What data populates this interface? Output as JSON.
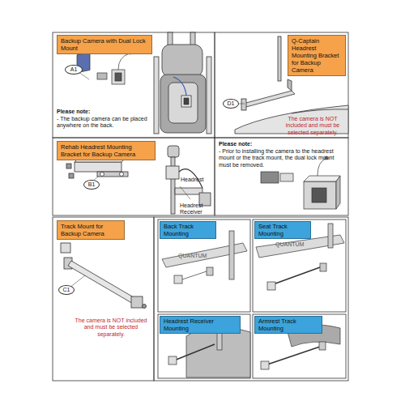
{
  "diagram": {
    "nodes": [
      {
        "text": [
          "Backup Camera with Dual Lock Mount"
        ]
      },
      {
        "text": [
          "A1"
        ]
      },
      {
        "text": [
          "Q-Captain Headrest Mounting Bracket for Backup Camera"
        ]
      },
      {
        "text": [
          "D1"
        ]
      },
      {
        "text": [
          "Rehab Headrest Mounting Bracket for Backup Camera"
        ]
      },
      {
        "text": [
          "B1"
        ]
      },
      {
        "text": [
          "Track Mount for Backup Camera"
        ]
      },
      {
        "text": [
          "C1"
        ]
      },
      {
        "text": [
          "Back Track Mounting"
        ]
      },
      {
        "text": [
          "Seat Track Mounting"
        ]
      },
      {
        "text": [
          "Headrest Receiver Mounting"
        ]
      },
      {
        "text": [
          "Armrest Track Mounting"
        ]
      }
    ],
    "labels": [
      "Please note:",
      "- The backup camera can be placed anywhere on the back.",
      "The camera is NOT included and must be selected separately.",
      "Headrest",
      "Headrest Receiver",
      "Please note:",
      "- Prior to installing the camera to the headrest mount or the track mount, the dual lock mount must be removed.",
      "The camera is NOT included and must be selected separately.",
      "QUANTUM",
      "QUANTUM"
    ]
  }
}
